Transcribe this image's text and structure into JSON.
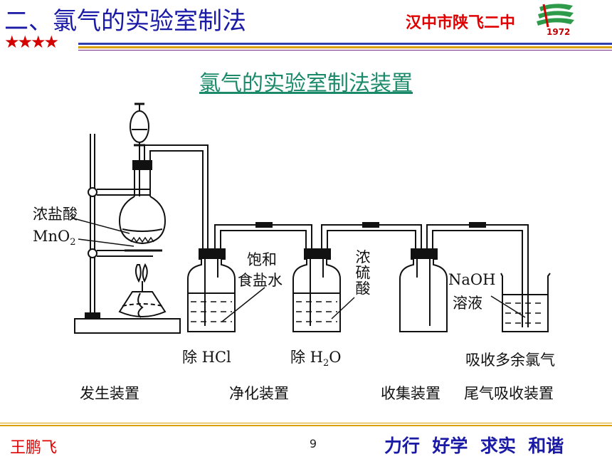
{
  "header": {
    "title": "二、氯气的实验室制法",
    "stars": "★★★★",
    "school": "汉中市陕飞二中",
    "logo_year": "1972"
  },
  "subtitle": "氯气的实验室制法装置",
  "labels": {
    "conc_hcl": "浓盐酸",
    "mno2": "MnO",
    "mno2_sub": "2",
    "sat_salt_1": "饱和",
    "sat_salt_2": "食盐水",
    "conc_h2so4": "浓硫酸",
    "naoh_1": "NaOH",
    "naoh_2": "溶液",
    "remove_hcl": "除 HCl",
    "remove_h2o_pre": "除 H",
    "remove_h2o_sub": "2",
    "remove_h2o_post": "O",
    "absorb": "吸收多余氯气"
  },
  "sections": {
    "generation": "发生装置",
    "purification": "净化装置",
    "collection": "收集装置",
    "tail_gas": "尾气吸收装置"
  },
  "footer": {
    "author": "王鹏飞",
    "page": "9",
    "motto": "力行  好学  求实  和谐"
  },
  "colors": {
    "title_blue": "#1a1aa6",
    "accent_red": "#e00000",
    "subtitle_green": "#1a8a6a",
    "logo_green": "#2e9b4a",
    "gold": "#d9a000"
  }
}
